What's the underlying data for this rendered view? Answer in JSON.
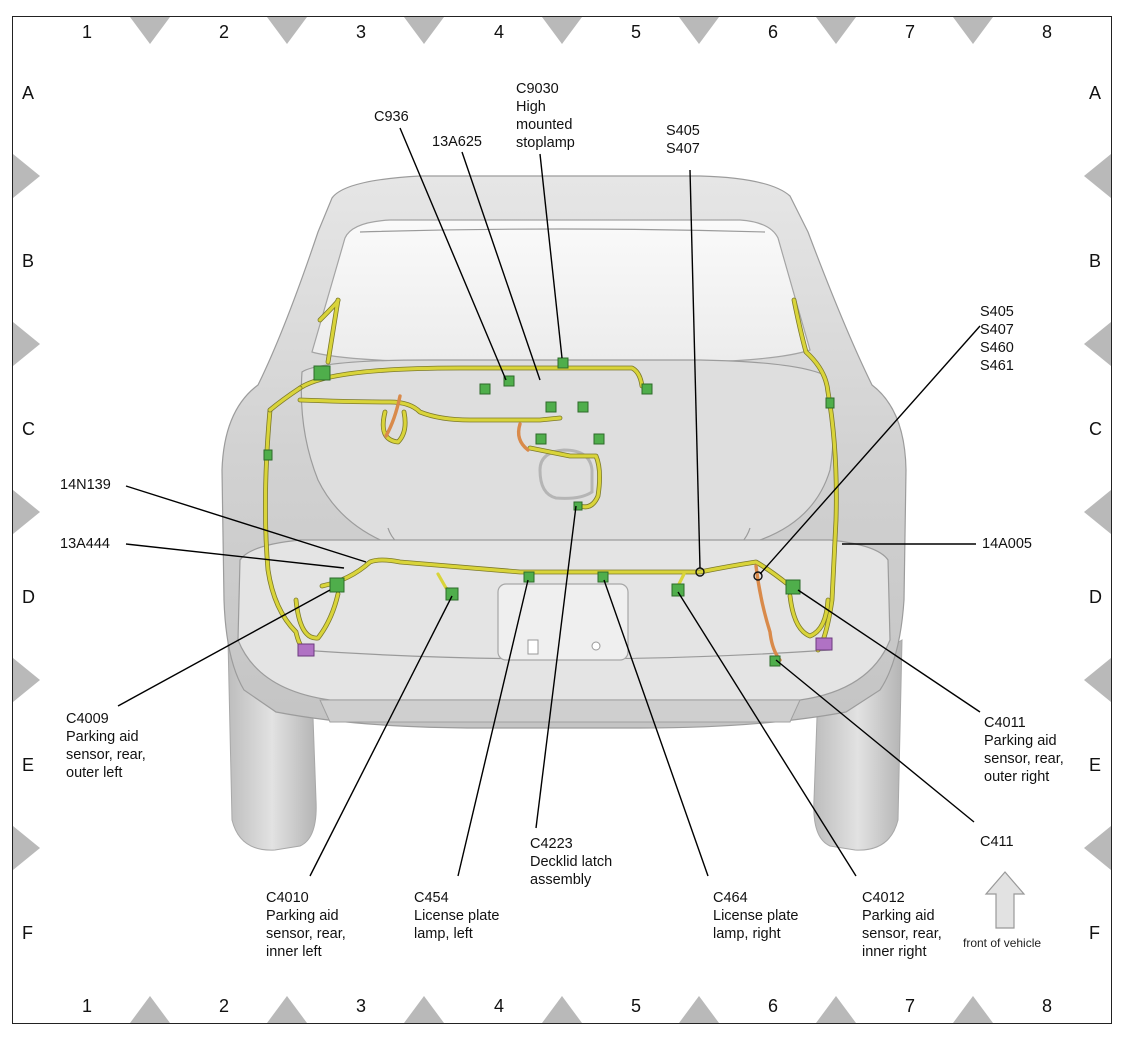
{
  "grid": {
    "columns": [
      "1",
      "2",
      "3",
      "4",
      "5",
      "6",
      "7",
      "8"
    ],
    "rows": [
      "A",
      "B",
      "C",
      "D",
      "E",
      "F"
    ]
  },
  "callouts": {
    "c936": [
      "C936"
    ],
    "13a625": [
      "13A625"
    ],
    "c9030": [
      "C9030",
      "High",
      "mounted",
      "stoplamp"
    ],
    "s405_top": [
      "S405",
      "S407"
    ],
    "s405_right": [
      "S405",
      "S407",
      "S460",
      "S461"
    ],
    "14n139": [
      "14N139"
    ],
    "13a444": [
      "13A444"
    ],
    "14a005": [
      "14A005"
    ],
    "c4009": [
      "C4009",
      "Parking aid",
      "sensor, rear,",
      "outer left"
    ],
    "c4011": [
      "C4011",
      "Parking aid",
      "sensor, rear,",
      "outer right"
    ],
    "c411": [
      "C411"
    ],
    "c4223": [
      "C4223",
      "Decklid latch",
      "assembly"
    ],
    "c4010": [
      "C4010",
      "Parking aid",
      "sensor, rear,",
      "inner left"
    ],
    "c454": [
      "C454",
      "License plate",
      "lamp, left"
    ],
    "c464": [
      "C464",
      "License plate",
      "lamp, right"
    ],
    "c4012": [
      "C4012",
      "Parking aid",
      "sensor, rear,",
      "inner right"
    ]
  },
  "orientation": {
    "label": "front of vehicle",
    "icon": "up-arrow-icon"
  },
  "colors": {
    "harness": "#d9d43a",
    "connector": "#4fae4b",
    "body": "#d6d6d6",
    "tick": "#b9b9b9"
  }
}
